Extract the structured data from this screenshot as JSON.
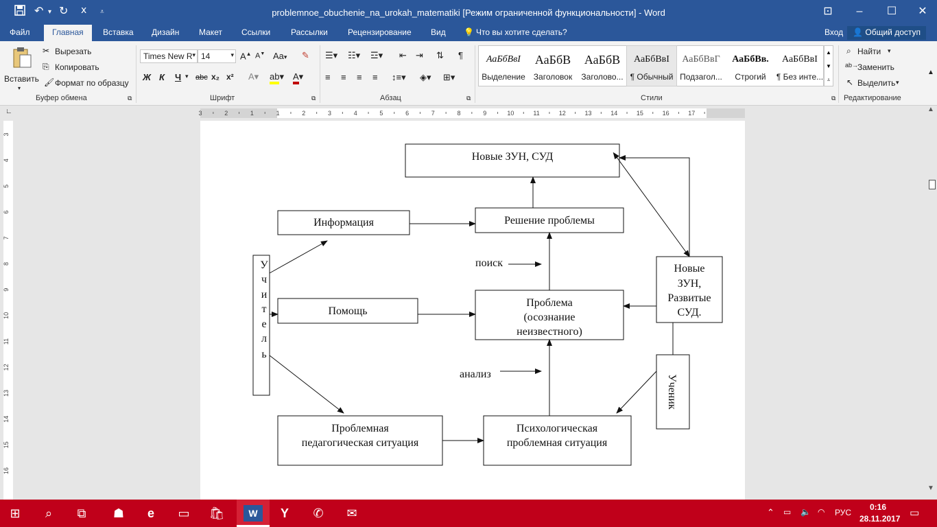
{
  "window": {
    "title": "problemnoe_obuchenie_na_urokah_matematiki [Режим ограниченной функциональности] - Word"
  },
  "tabs": [
    "Файл",
    "Главная",
    "Вставка",
    "Дизайн",
    "Макет",
    "Ссылки",
    "Рассылки",
    "Рецензирование",
    "Вид"
  ],
  "active_tab": "Главная",
  "tell_me": "Что вы хотите сделать?",
  "account": {
    "signin": "Вход",
    "share": "Общий доступ"
  },
  "ribbon": {
    "clipboard": {
      "paste": "Вставить",
      "cut": "Вырезать",
      "copy": "Копировать",
      "format_painter": "Формат по образцу",
      "group_label": "Буфер обмена"
    },
    "font": {
      "font_name": "Times New R",
      "font_size": "14",
      "change_case": "Aa",
      "bold": "Ж",
      "italic": "К",
      "underline": "Ч",
      "strike": "abc",
      "subscript": "x₂",
      "superscript": "x²",
      "group_label": "Шрифт"
    },
    "paragraph": {
      "group_label": "Абзац"
    },
    "styles": {
      "items": [
        {
          "sample": "АаБбВвI",
          "name": "Выделение"
        },
        {
          "sample": "АаБбВ",
          "name": "Заголовок"
        },
        {
          "sample": "АаБбВ",
          "name": "Заголово..."
        },
        {
          "sample": "АаБбВвI",
          "name": "¶ Обычный"
        },
        {
          "sample": "АаБбВвГ",
          "name": "Подзагол..."
        },
        {
          "sample": "АаБбВв.",
          "name": "Строгий"
        },
        {
          "sample": "АаБбВвI",
          "name": "¶ Без инте..."
        }
      ],
      "group_label": "Стили"
    },
    "editing": {
      "find": "Найти",
      "replace": "Заменить",
      "select": "Выделить",
      "group_label": "Редактирование"
    }
  },
  "ruler": {
    "h_ticks": [
      "3",
      "2",
      "1",
      "1",
      "2",
      "3",
      "4",
      "5",
      "6",
      "7",
      "8",
      "9",
      "10",
      "11",
      "12",
      "13",
      "14",
      "15",
      "16",
      "17"
    ],
    "v_ticks": [
      "3",
      "4",
      "5",
      "6",
      "7",
      "8",
      "9",
      "10",
      "11",
      "12",
      "13",
      "14",
      "15",
      "16"
    ]
  },
  "diagram": {
    "boxes": {
      "new_zun_sud": "Новые ЗУН, СУД",
      "information": "Информация",
      "solution": "Решение проблемы",
      "help": "Помощь",
      "problem": [
        "Проблема",
        "(осознание",
        "неизвестного)"
      ],
      "new_zun_dev": [
        "Новые",
        "ЗУН,",
        "Развитые",
        "СУД."
      ],
      "teacher_letters": [
        "У",
        "ч",
        "и",
        "т",
        "е",
        "л",
        "ь"
      ],
      "student": "Ученик",
      "ped_situation": [
        "Проблемная",
        "педагогическая ситуация"
      ],
      "psych_situation": [
        "Психологическая",
        "проблемная ситуация"
      ]
    },
    "labels": {
      "search": "поиск",
      "analysis": "анализ"
    }
  },
  "taskbar": {
    "language": "РУС",
    "time": "0:16",
    "date": "28.11.2017"
  }
}
